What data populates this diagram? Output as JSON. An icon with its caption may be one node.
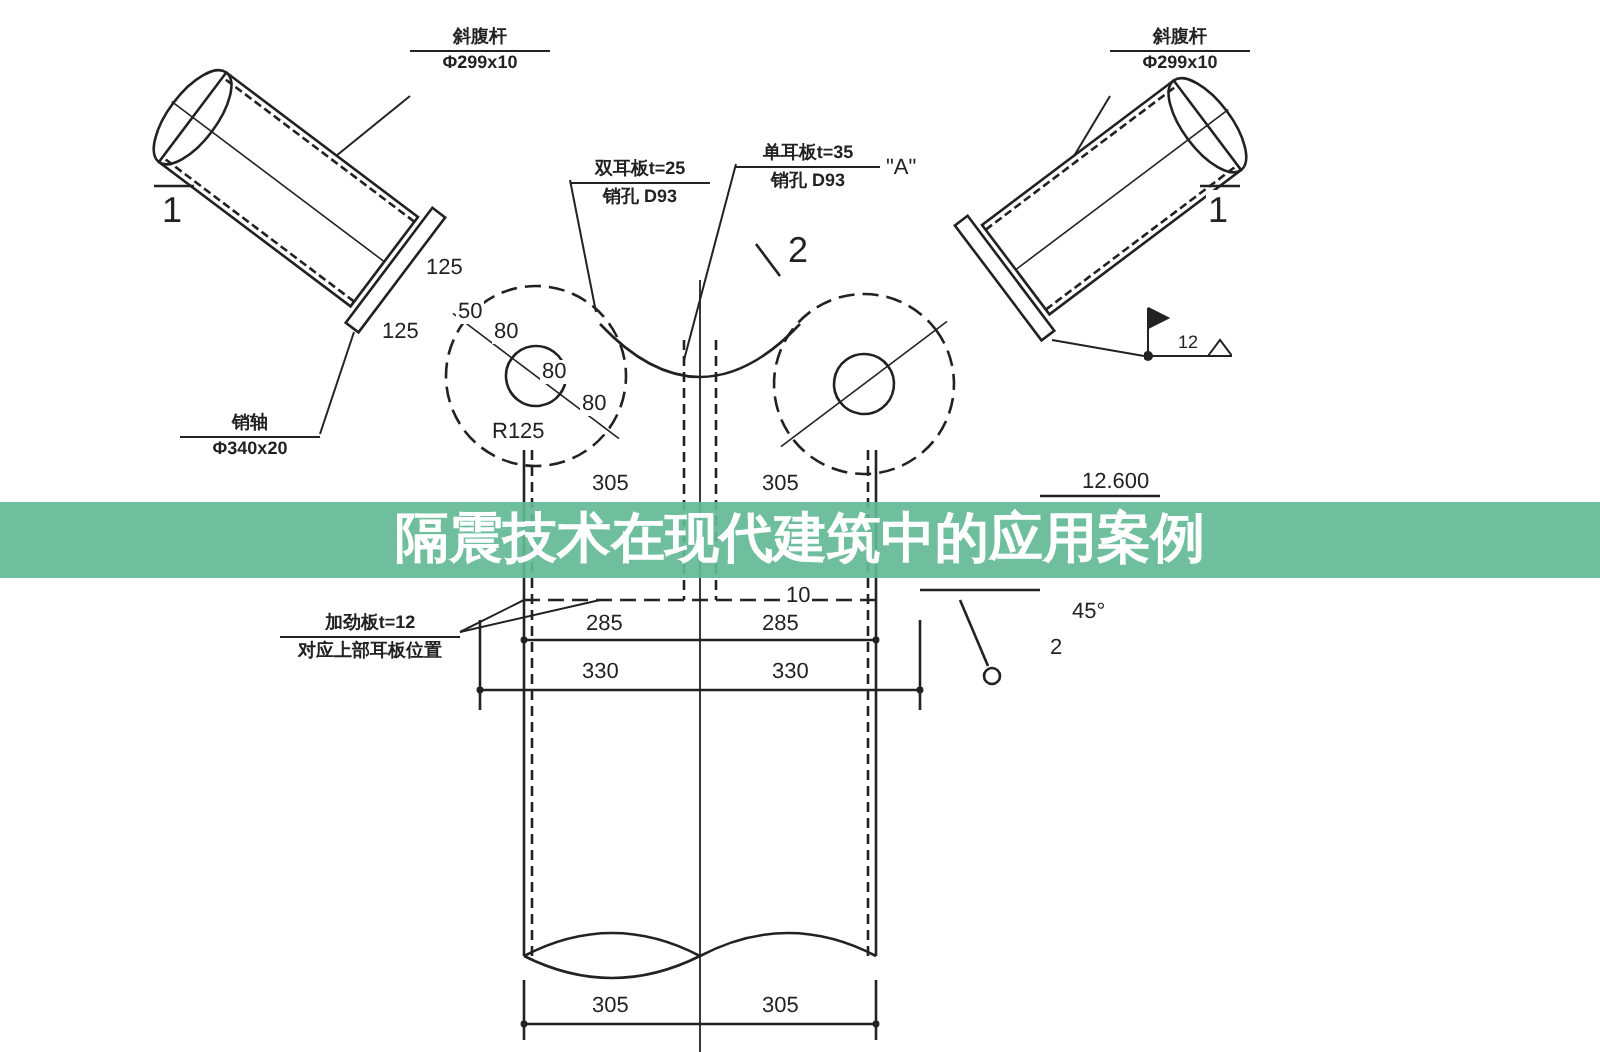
{
  "diagram": {
    "title": "隔震技术在现代建筑中的应用案例",
    "nodes": [
      {
        "text": [
          "斜腹杆",
          "Φ299x10"
        ]
      },
      {
        "text": [
          "斜腹杆",
          "Φ299x10"
        ]
      },
      {
        "text": [
          "双耳板t=25",
          "销孔 D93"
        ]
      },
      {
        "text": [
          "单耳板t=35",
          "销孔 D93"
        ],
        "beside": [
          "\"A\""
        ]
      },
      {
        "text": [
          "销轴",
          "Φ340x20"
        ]
      },
      {
        "text": [
          "加劲板t=12",
          "对应上部耳板位置"
        ]
      },
      {
        "text": [],
        "shape": "cylinder"
      },
      {
        "text": [],
        "shape": "bar"
      },
      {
        "text": [],
        "shape": "circle"
      },
      {
        "text": [],
        "shape": "circle"
      },
      {
        "text": [],
        "shape": "bar"
      },
      {
        "text": [],
        "shape": "cylinder"
      },
      {
        "text": [],
        "shape": "box"
      },
      {
        "text": [
          "12"
        ]
      }
    ],
    "edges": [
      {
        "from": 0,
        "to": 6,
        "arrow": "none"
      },
      {
        "from": 1,
        "to": 11,
        "arrow": "none"
      },
      {
        "from": 2,
        "to": 8,
        "arrow": "none"
      },
      {
        "from": 3,
        "to": 12,
        "arrow": "none"
      },
      {
        "from": 4,
        "to": 7,
        "arrow": "none"
      },
      {
        "from": 5,
        "to": 12,
        "arrow": "none"
      },
      {
        "from": 5,
        "to": 12,
        "arrow": "none"
      },
      {
        "from": 13,
        "to": 10,
        "arrow": "none"
      }
    ],
    "labels": [
      "1",
      "1",
      "2",
      "125",
      "125",
      "50",
      "80",
      "80",
      "80",
      "R125",
      "305",
      "305",
      "12.600",
      "10",
      "285",
      "285",
      "45°",
      "2",
      "330",
      "330",
      "305",
      "305"
    ]
  }
}
